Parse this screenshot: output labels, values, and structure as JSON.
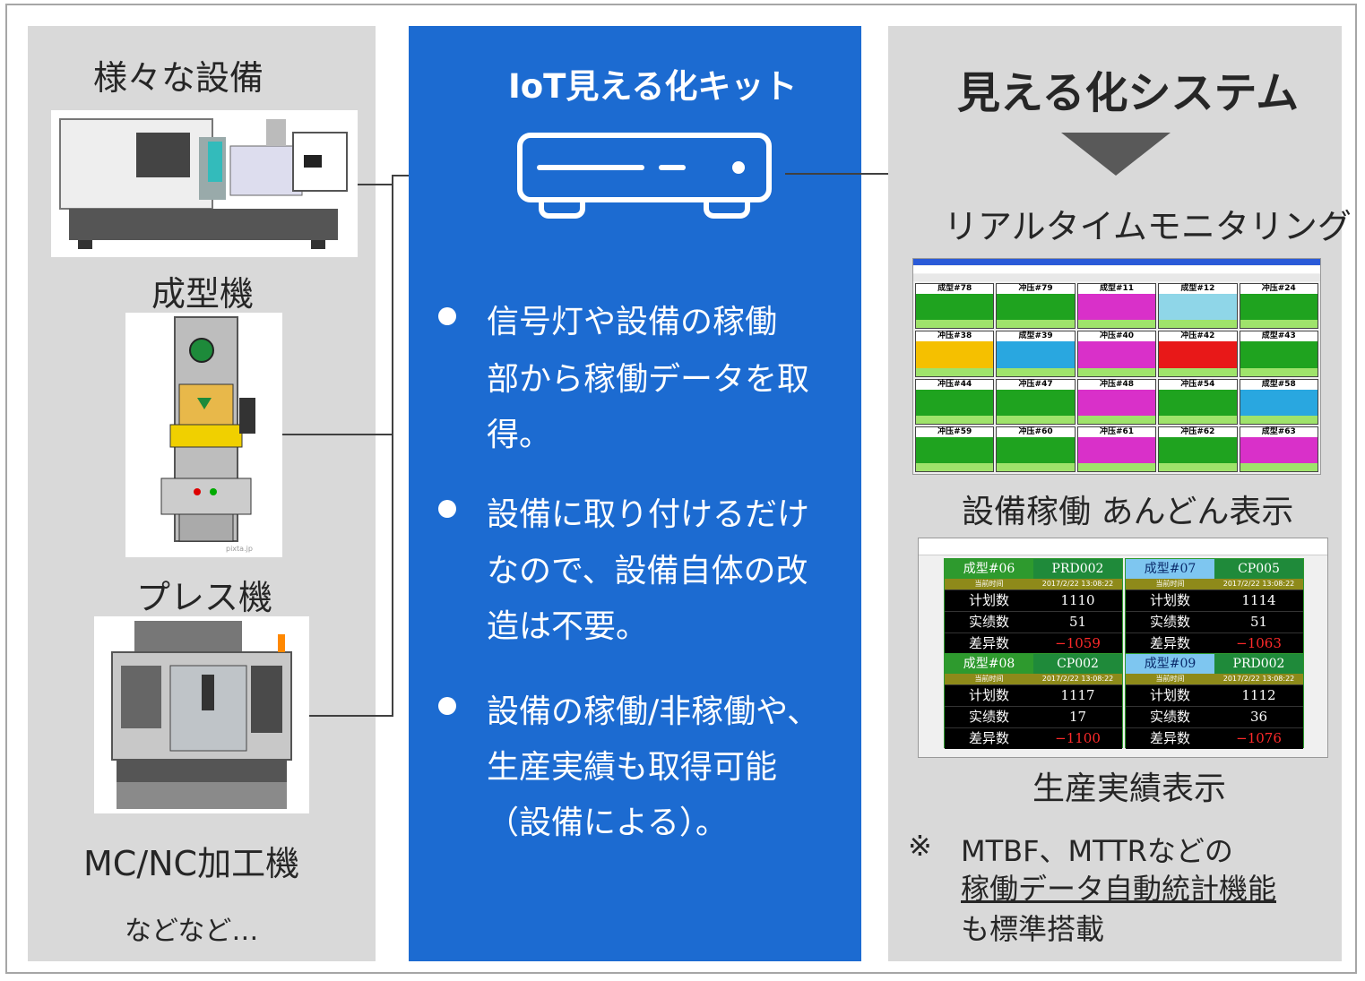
{
  "left": {
    "title": "様々な設備",
    "items": [
      "成型機",
      "プレス機",
      "MC/NC加工機"
    ],
    "footer": "などなど…",
    "press_watermark": "pixta.jp"
  },
  "middle": {
    "title": "IoT見える化キット",
    "bullets": [
      [
        "信号灯や設備の稼働",
        "部から稼働データを取",
        "得。"
      ],
      [
        "設備に取り付けるだけ",
        "なので、設備自体の改",
        "造は不要。"
      ],
      [
        "設備の稼働/非稼働や、",
        "生産実績も取得可能",
        "（設備による）。"
      ]
    ]
  },
  "right": {
    "title": "見える化システム",
    "subtitle": "リアルタイムモニタリング",
    "caption1": "設備稼働 あんどん表示",
    "caption2": "生産実績表示",
    "note_mark": "※",
    "note_lines": [
      "MTBF、MTTRなどの",
      "稼働データ自動統計機能",
      "も標準搭載"
    ]
  },
  "andon": {
    "cells": [
      {
        "name": "成型#78",
        "color": "#1fa31f"
      },
      {
        "name": "冲压#79",
        "color": "#1fa31f"
      },
      {
        "name": "成型#11",
        "color": "#d930c9"
      },
      {
        "name": "成型#12",
        "color": "#8fd6e8"
      },
      {
        "name": "冲压#24",
        "color": "#1fa31f"
      },
      {
        "name": "冲压#38",
        "color": "#f5c000"
      },
      {
        "name": "成型#39",
        "color": "#29a7e0"
      },
      {
        "name": "冲压#40",
        "color": "#d930c9"
      },
      {
        "name": "冲压#42",
        "color": "#e81818"
      },
      {
        "name": "成型#43",
        "color": "#1fa31f"
      },
      {
        "name": "冲压#44",
        "color": "#1fa31f"
      },
      {
        "name": "冲压#47",
        "color": "#1fa31f"
      },
      {
        "name": "冲压#48",
        "color": "#d930c9"
      },
      {
        "name": "冲压#54",
        "color": "#1fa31f"
      },
      {
        "name": "成型#58",
        "color": "#29a7e0"
      },
      {
        "name": "冲压#59",
        "color": "#1fa31f"
      },
      {
        "name": "冲压#60",
        "color": "#1fa31f"
      },
      {
        "name": "冲压#61",
        "color": "#d930c9"
      },
      {
        "name": "冲压#62",
        "color": "#1fa31f"
      },
      {
        "name": "成型#63",
        "color": "#d930c9"
      }
    ]
  },
  "production": {
    "row_labels": [
      "计划数",
      "实绩数",
      "差异数"
    ],
    "time_label": "当前时间",
    "time": "2017/2/22 13:08:22",
    "machines": [
      {
        "name": "成型#06",
        "product": "PRD002",
        "plan": "1110",
        "actual": "51",
        "diff": "−1059",
        "head": "#2e9a2e"
      },
      {
        "name": "成型#07",
        "product": "CP005",
        "plan": "1114",
        "actual": "51",
        "diff": "−1063",
        "head": "#2e9a2e"
      },
      {
        "name": "成型#08",
        "product": "CP002",
        "plan": "1117",
        "actual": "17",
        "diff": "−1100",
        "head": "#2e9a2e"
      },
      {
        "name": "成型#09",
        "product": "PRD002",
        "plan": "1112",
        "actual": "36",
        "diff": "−1076",
        "head": "#2e9a2e"
      }
    ]
  }
}
